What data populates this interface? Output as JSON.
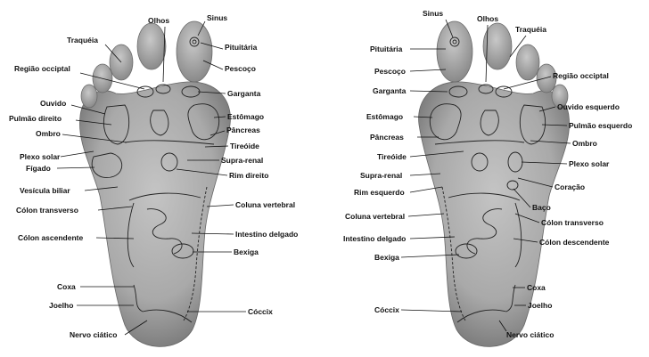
{
  "left_foot": {
    "labels": {
      "olhos": "Olhos",
      "sinus": "Sinus",
      "traqueia": "Traquéia",
      "pituitaria": "Pituitária",
      "pescoco": "Pescoço",
      "regiao_occipital": "Região occiptal",
      "garganta": "Garganta",
      "ouvido": "Ouvido",
      "estomago": "Estômago",
      "pulmao_direito": "Pulmão direito",
      "pancreas": "Pâncreas",
      "ombro": "Ombro",
      "tireoide": "Tireóide",
      "plexo_solar": "Plexo solar",
      "supra_renal": "Supra-renal",
      "figado": "Fígado",
      "rim_direito": "Rim direito",
      "vesicula_biliar": "Vesícula biliar",
      "coluna_vertebral": "Coluna vertebral",
      "colon_transverso": "Cólon transverso",
      "intestino_delgado": "Intestino delgado",
      "colon_ascendente": "Cólon ascendente",
      "bexiga": "Bexiga",
      "coxa": "Coxa",
      "joelho": "Joelho",
      "coccix": "Cóccix",
      "nervo_ciatico": "Nervo ciático"
    }
  },
  "right_foot": {
    "labels": {
      "sinus": "Sinus",
      "olhos": "Olhos",
      "traqueia": "Traquéia",
      "pituitaria": "Pituitária",
      "pescoco": "Pescoço",
      "regiao_occipital": "Região occiptal",
      "garganta": "Garganta",
      "ouvido_esquerdo": "Ouvido esquerdo",
      "estomago": "Estômago",
      "pulmao_esquerdo": "Pulmão esquerdo",
      "ombro": "Ombro",
      "pancreas": "Pâncreas",
      "plexo_solar": "Plexo solar",
      "tireoide": "Tireóide",
      "coracao": "Coração",
      "supra_renal": "Supra-renal",
      "rim_esquerdo": "Rim esquerdo",
      "baco": "Baço",
      "coluna_vertebral": "Coluna vertebral",
      "colon_transverso": "Cólon transverso",
      "intestino_delgado": "Intestino delgado",
      "colon_descendente": "Cólon descendente",
      "bexiga": "Bexiga",
      "coxa": "Coxa",
      "joelho": "Joelho",
      "coccix": "Cóccix",
      "nervo_ciatico": "Nervo ciático"
    }
  },
  "colors": {
    "sole_light": "#b9b9b9",
    "sole_dark": "#7c7c7c",
    "ink": "#111111"
  }
}
